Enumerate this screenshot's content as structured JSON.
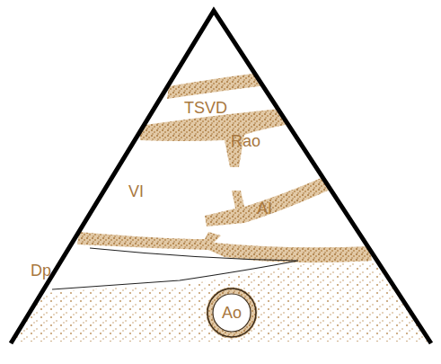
{
  "diagram": {
    "nodes": [
      {
        "text": [
          "Ao"
        ]
      }
    ],
    "labels": [
      "TSVD",
      "Rao",
      "VI",
      "AI",
      "Dp"
    ]
  }
}
